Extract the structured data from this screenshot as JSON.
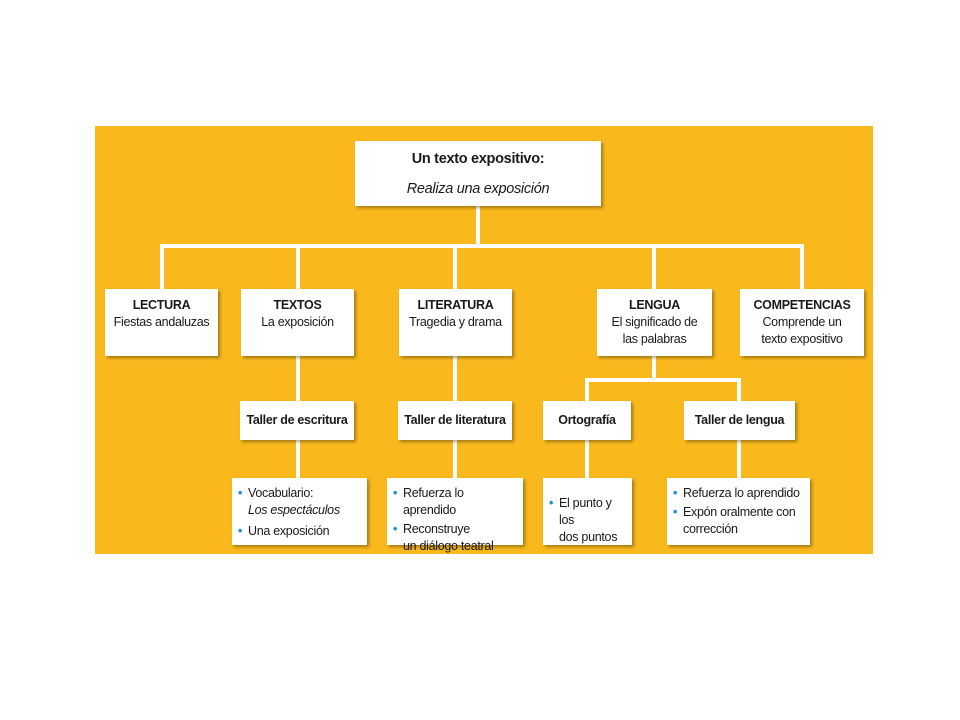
{
  "root": {
    "title": "Un texto expositivo:",
    "subtitle": "Realiza una exposición"
  },
  "sections": [
    {
      "title": "LECTURA",
      "lines": [
        "Fiestas andaluzas"
      ]
    },
    {
      "title": "TEXTOS",
      "lines": [
        "La exposición"
      ]
    },
    {
      "title": "LITERATURA",
      "lines": [
        "Tragedia y drama"
      ]
    },
    {
      "title": "LENGUA",
      "lines": [
        "El significado de",
        "las palabras"
      ]
    },
    {
      "title": "COMPETENCIAS",
      "lines": [
        "Comprende un",
        "texto expositivo"
      ]
    }
  ],
  "workshops": [
    "Taller de escritura",
    "Taller de literatura",
    "Ortografía",
    "Taller de lengua"
  ],
  "details": {
    "escritura": {
      "item1_label": "Vocabulario:",
      "item1_italic": "Los espectáculos",
      "item2": "Una exposición"
    },
    "literatura": {
      "item1": "Refuerza lo aprendido",
      "item2_line1": "Reconstruye",
      "item2_line2": "un diálogo teatral"
    },
    "ortografia": {
      "item1_line1": "El punto y los",
      "item1_line2": "dos puntos"
    },
    "lengua": {
      "item1": "Refuerza lo aprendido",
      "item2_line1": "Expón oralmente con",
      "item2_line2": "corrección"
    }
  },
  "bullet_symbol": "•",
  "colors": {
    "panel": "#f9b81c",
    "connector": "#ffffff",
    "box": "#ffffff",
    "bullet": "#1c8fd8"
  }
}
